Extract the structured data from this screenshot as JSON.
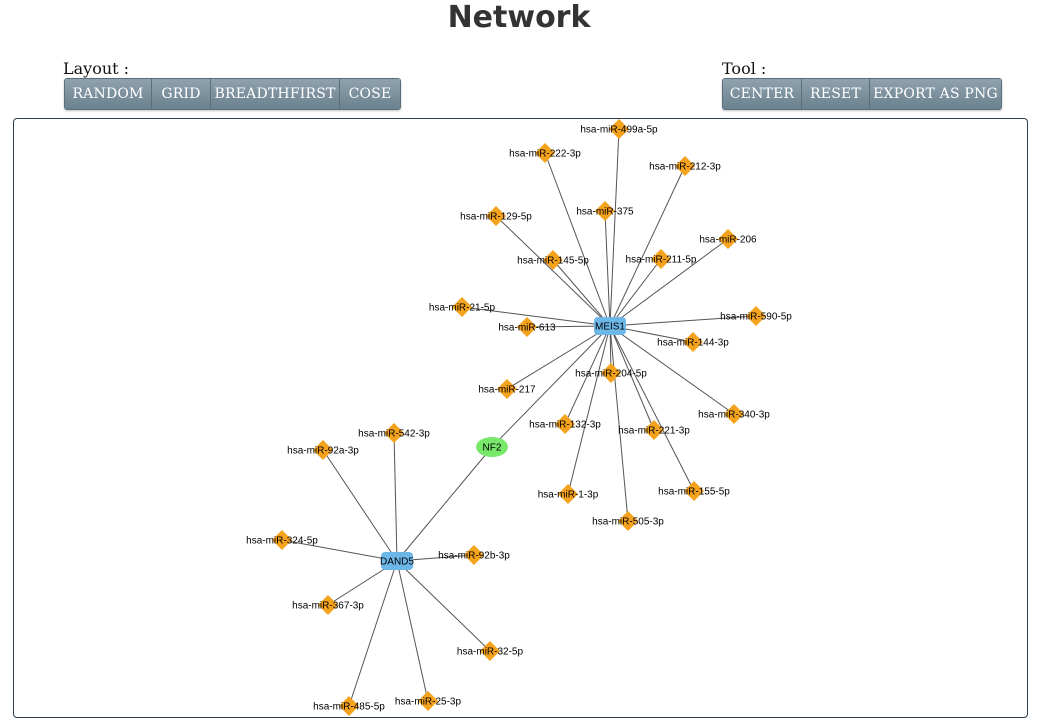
{
  "title": "Network",
  "layout_group": {
    "label": "Layout :",
    "buttons": [
      "RANDOM",
      "GRID",
      "BREADTHFIRST",
      "COSE"
    ]
  },
  "tool_group": {
    "label": "Tool :",
    "buttons": [
      "CENTER",
      "RESET",
      "EXPORT AS PNG"
    ]
  },
  "colors": {
    "gene_node": "#6cb6e8",
    "mirna_node": "#f5a21c",
    "hub_node": "#77e86a",
    "edge": "#555555"
  },
  "graph": {
    "nodes": [
      {
        "id": "MEIS1",
        "label": "MEIS1",
        "type": "gene"
      },
      {
        "id": "DAND5",
        "label": "DAND5",
        "type": "gene"
      },
      {
        "id": "NF2",
        "label": "NF2",
        "type": "hub"
      },
      {
        "id": "m499a",
        "label": "hsa-miR-499a-5p",
        "type": "mirna"
      },
      {
        "id": "m222",
        "label": "hsa-miR-222-3p",
        "type": "mirna"
      },
      {
        "id": "m212",
        "label": "hsa-miR-212-3p",
        "type": "mirna"
      },
      {
        "id": "m129",
        "label": "hsa-miR-129-5p",
        "type": "mirna"
      },
      {
        "id": "m375",
        "label": "hsa-miR-375",
        "type": "mirna"
      },
      {
        "id": "m206",
        "label": "hsa-miR-206",
        "type": "mirna"
      },
      {
        "id": "m145",
        "label": "hsa-miR-145-5p",
        "type": "mirna"
      },
      {
        "id": "m211",
        "label": "hsa-miR-211-5p",
        "type": "mirna"
      },
      {
        "id": "m21",
        "label": "hsa-miR-21-5p",
        "type": "mirna"
      },
      {
        "id": "m590",
        "label": "hsa-miR-590-5p",
        "type": "mirna"
      },
      {
        "id": "m613",
        "label": "hsa-miR-613",
        "type": "mirna"
      },
      {
        "id": "m144",
        "label": "hsa-miR-144-3p",
        "type": "mirna"
      },
      {
        "id": "m204",
        "label": "hsa-miR-204-5p",
        "type": "mirna"
      },
      {
        "id": "m217",
        "label": "hsa-miR-217",
        "type": "mirna"
      },
      {
        "id": "m340",
        "label": "hsa-miR-340-3p",
        "type": "mirna"
      },
      {
        "id": "m132",
        "label": "hsa-miR-132-3p",
        "type": "mirna"
      },
      {
        "id": "m221",
        "label": "hsa-miR-221-3p",
        "type": "mirna"
      },
      {
        "id": "m1",
        "label": "hsa-miR-1-3p",
        "type": "mirna"
      },
      {
        "id": "m155",
        "label": "hsa-miR-155-5p",
        "type": "mirna"
      },
      {
        "id": "m505",
        "label": "hsa-miR-505-3p",
        "type": "mirna"
      },
      {
        "id": "m542",
        "label": "hsa-miR-542-3p",
        "type": "mirna"
      },
      {
        "id": "m92a",
        "label": "hsa-miR-92a-3p",
        "type": "mirna"
      },
      {
        "id": "m324",
        "label": "hsa-miR-324-5p",
        "type": "mirna"
      },
      {
        "id": "m92b",
        "label": "hsa-miR-92b-3p",
        "type": "mirna"
      },
      {
        "id": "m367",
        "label": "hsa-miR-367-3p",
        "type": "mirna"
      },
      {
        "id": "m32",
        "label": "hsa-miR-32-5p",
        "type": "mirna"
      },
      {
        "id": "m485",
        "label": "hsa-miR-485-5p",
        "type": "mirna"
      },
      {
        "id": "m25",
        "label": "hsa-miR-25-3p",
        "type": "mirna"
      }
    ],
    "edges": [
      [
        "MEIS1",
        "m499a"
      ],
      [
        "MEIS1",
        "m222"
      ],
      [
        "MEIS1",
        "m212"
      ],
      [
        "MEIS1",
        "m129"
      ],
      [
        "MEIS1",
        "m375"
      ],
      [
        "MEIS1",
        "m206"
      ],
      [
        "MEIS1",
        "m145"
      ],
      [
        "MEIS1",
        "m211"
      ],
      [
        "MEIS1",
        "m21"
      ],
      [
        "MEIS1",
        "m590"
      ],
      [
        "MEIS1",
        "m613"
      ],
      [
        "MEIS1",
        "m144"
      ],
      [
        "MEIS1",
        "m204"
      ],
      [
        "MEIS1",
        "m217"
      ],
      [
        "MEIS1",
        "m340"
      ],
      [
        "MEIS1",
        "m132"
      ],
      [
        "MEIS1",
        "m221"
      ],
      [
        "MEIS1",
        "m1"
      ],
      [
        "MEIS1",
        "m155"
      ],
      [
        "MEIS1",
        "m505"
      ],
      [
        "MEIS1",
        "NF2"
      ],
      [
        "NF2",
        "DAND5"
      ],
      [
        "DAND5",
        "m542"
      ],
      [
        "DAND5",
        "m92a"
      ],
      [
        "DAND5",
        "m324"
      ],
      [
        "DAND5",
        "m92b"
      ],
      [
        "DAND5",
        "m367"
      ],
      [
        "DAND5",
        "m32"
      ],
      [
        "DAND5",
        "m485"
      ],
      [
        "DAND5",
        "m25"
      ]
    ]
  }
}
